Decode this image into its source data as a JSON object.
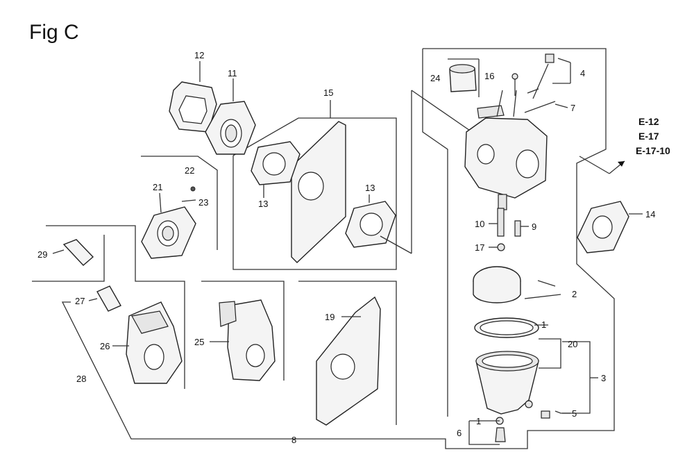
{
  "figure_title": "Fig C",
  "parts": {
    "p1a": "1",
    "p1b": "1",
    "p2": "2",
    "p3": "3",
    "p4": "4",
    "p5": "5",
    "p6": "6",
    "p7": "7",
    "p8": "8",
    "p9": "9",
    "p10": "10",
    "p11": "11",
    "p12": "12",
    "p13a": "13",
    "p13b": "13",
    "p14": "14",
    "p15": "15",
    "p16": "16",
    "p17": "17",
    "p19": "19",
    "p20": "20",
    "p21": "21",
    "p22": "22",
    "p23": "23",
    "p24": "24",
    "p25": "25",
    "p26": "26",
    "p27": "27",
    "p28": "28",
    "p29": "29"
  },
  "references": [
    "E-12",
    "E-17",
    "E-17-10"
  ]
}
